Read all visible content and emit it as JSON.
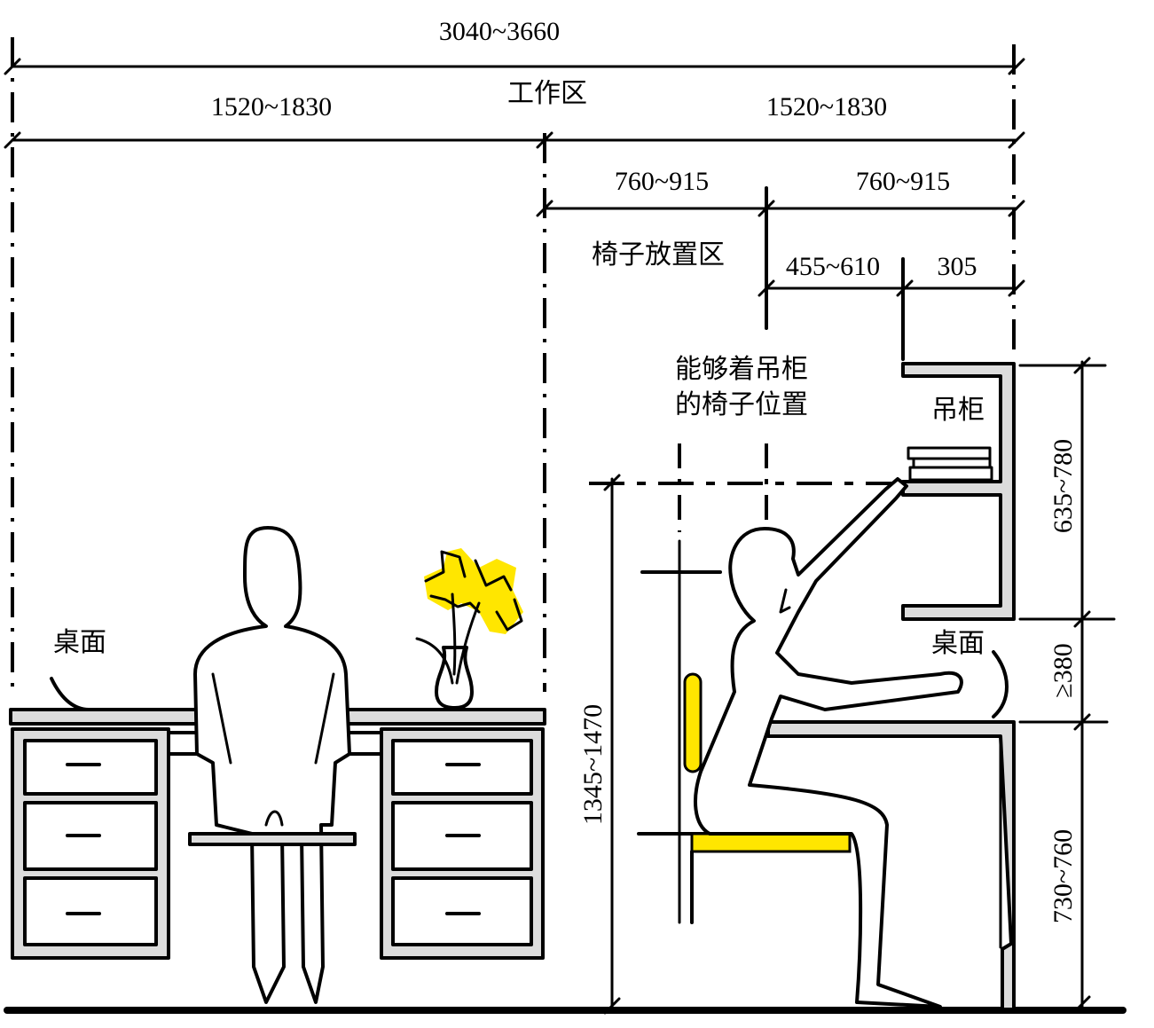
{
  "labels": {
    "total_width": "3040~3660",
    "work_zone": "工作区",
    "left_width": "1520~1830",
    "right_width": "1520~1830",
    "chair_zone_width": "760~915",
    "cabinet_zone_width": "760~915",
    "chair_zone": "椅子放置区",
    "reach_width": "455~610",
    "cabinet_depth": "305",
    "chair_position_line1": "能够着吊柜",
    "chair_position_line2": "的椅子位置",
    "wall_cabinet": "吊柜",
    "desktop_left": "桌面",
    "desktop_right": "桌面",
    "cabinet_height": "635~780",
    "clearance": "≥380",
    "reach_height": "1345~1470",
    "desk_height": "730~760"
  },
  "colors": {
    "accent_yellow": "#ffe600",
    "furniture_gray": "#dcdcdc",
    "line": "#000000"
  }
}
